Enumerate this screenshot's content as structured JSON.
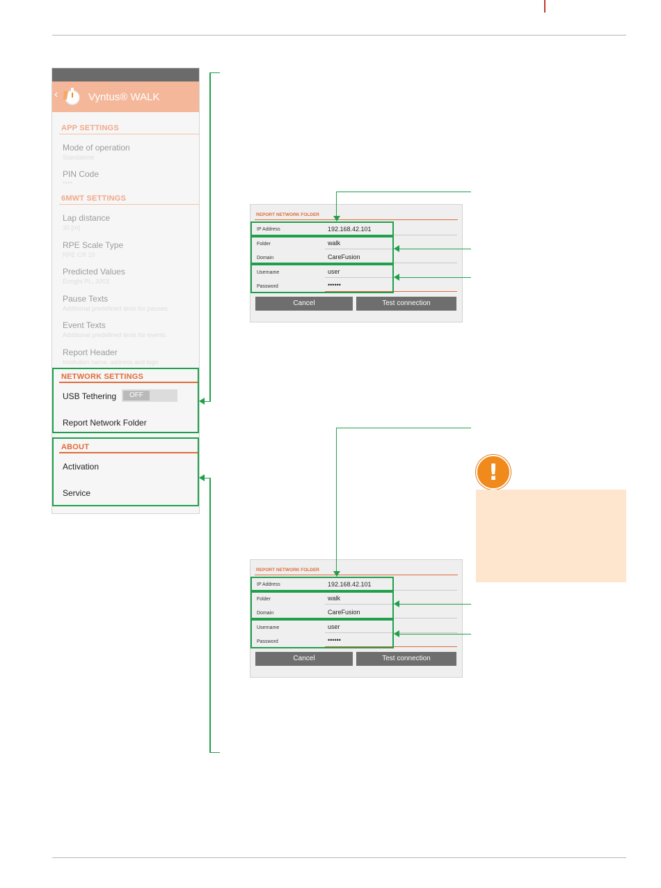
{
  "app": {
    "title": "Vyntus® WALK",
    "back": "‹"
  },
  "settings": {
    "app_settings": {
      "header": "APP SETTINGS",
      "items": [
        {
          "label": "Mode of operation",
          "sub": "Standalone"
        },
        {
          "label": "PIN Code",
          "sub": "****"
        }
      ]
    },
    "sixmwt_settings": {
      "header": "6MWT SETTINGS",
      "items": [
        {
          "label": "Lap distance",
          "sub": "30 [m]"
        },
        {
          "label": "RPE Scale Type",
          "sub": "RPE CR 10"
        },
        {
          "label": "Predicted Values",
          "sub": "Enright PL, 2003"
        },
        {
          "label": "Pause Texts",
          "sub": "Additional predefined texts for pauses."
        },
        {
          "label": "Event Texts",
          "sub": "Additional predefined texts for events."
        },
        {
          "label": "Report Header",
          "sub": "Institution name, address and logo"
        }
      ]
    },
    "network_settings": {
      "header": "NETWORK SETTINGS",
      "usb_tethering": "USB Tethering",
      "usb_state": "OFF",
      "report_folder": "Report Network Folder"
    },
    "about": {
      "header": "ABOUT",
      "items": [
        "Activation",
        "Service"
      ]
    }
  },
  "dialog": {
    "title": "REPORT NETWORK FOLDER",
    "ip_label": "IP Address",
    "ip_value": "192.168.42.101",
    "folder_label": "Folder",
    "folder_value": "walk",
    "domain_label": "Domain",
    "domain_value": "CareFusion",
    "username_label": "Username",
    "username_value": "user",
    "password_label": "Password",
    "password_value": "••••••",
    "cancel": "Cancel",
    "test": "Test connection"
  },
  "warning": {
    "icon": "warning-exclamation-icon",
    "symbol": "!"
  }
}
